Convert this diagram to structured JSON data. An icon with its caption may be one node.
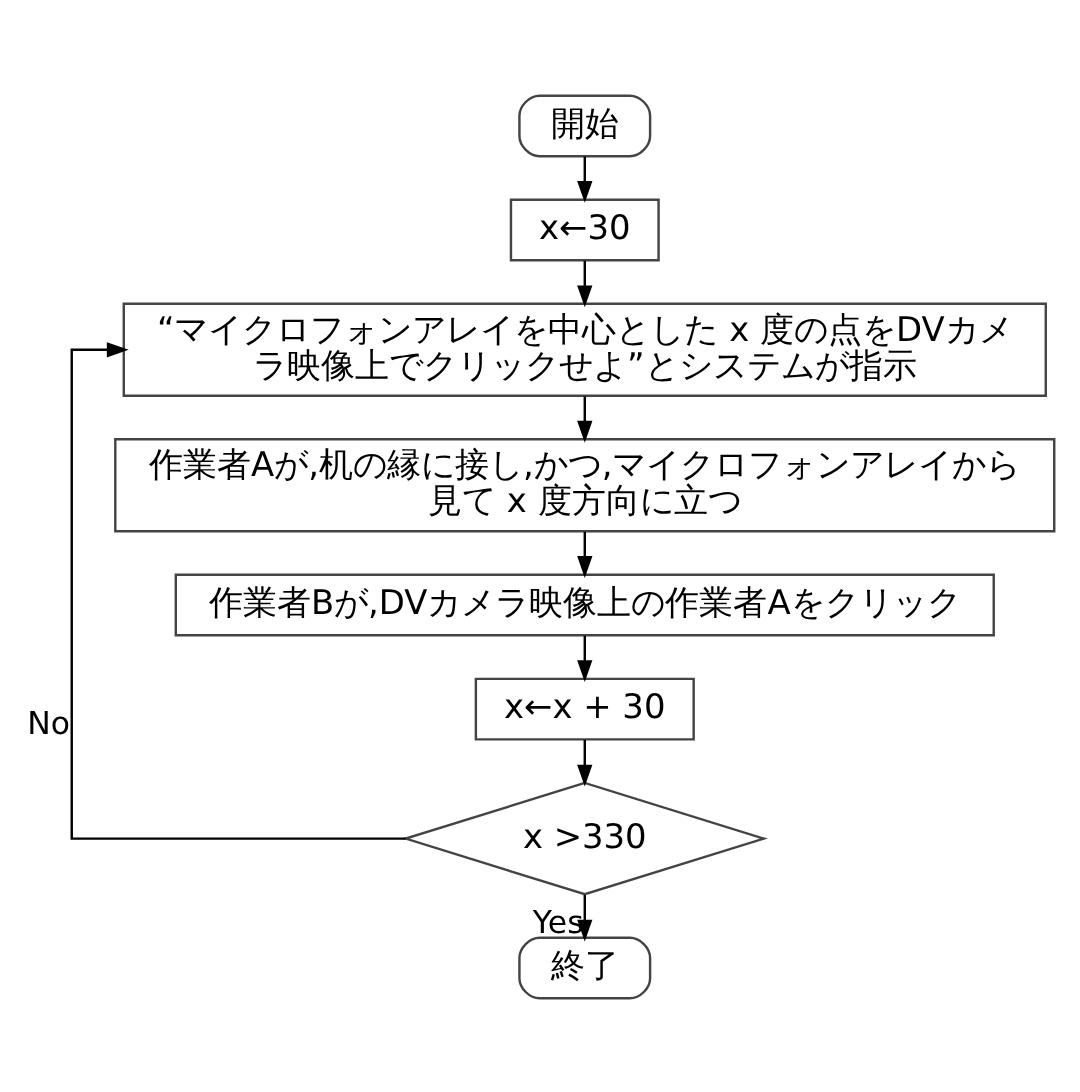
{
  "diagram": {
    "nodes": [
      {
        "text": [
          "開始"
        ]
      },
      {
        "text": [
          "x←30"
        ]
      },
      {
        "text": [
          "“マイクロフォンアレイを中心とした x 度の点をDVカメラ映像上でクリックせよ”とシステムが指示"
        ]
      },
      {
        "text": [
          "作業者Aが,机の縁に接し,かつ,マイクロフォンアレイから見て x 度方向に立つ"
        ]
      },
      {
        "text": [
          "作業者Bが,DVカメラ映像上の作業者Aをクリック"
        ]
      },
      {
        "text": [
          "x←x + 30"
        ]
      },
      {
        "text": [
          "x >330"
        ]
      },
      {
        "text": [
          "終了"
        ]
      }
    ],
    "edges": [
      {
        "from": 0,
        "to": 1,
        "arrow": "to"
      },
      {
        "from": 1,
        "to": 2,
        "arrow": "to"
      },
      {
        "from": 2,
        "to": 3,
        "arrow": "to"
      },
      {
        "from": 3,
        "to": 4,
        "arrow": "to"
      },
      {
        "from": 4,
        "to": 5,
        "arrow": "to"
      },
      {
        "from": 5,
        "to": 6,
        "arrow": "to"
      },
      {
        "from": 6,
        "to": 2,
        "label": "No",
        "arrow": "to"
      },
      {
        "from": 6,
        "to": 7,
        "label": "Yes",
        "arrow": "to"
      }
    ]
  }
}
